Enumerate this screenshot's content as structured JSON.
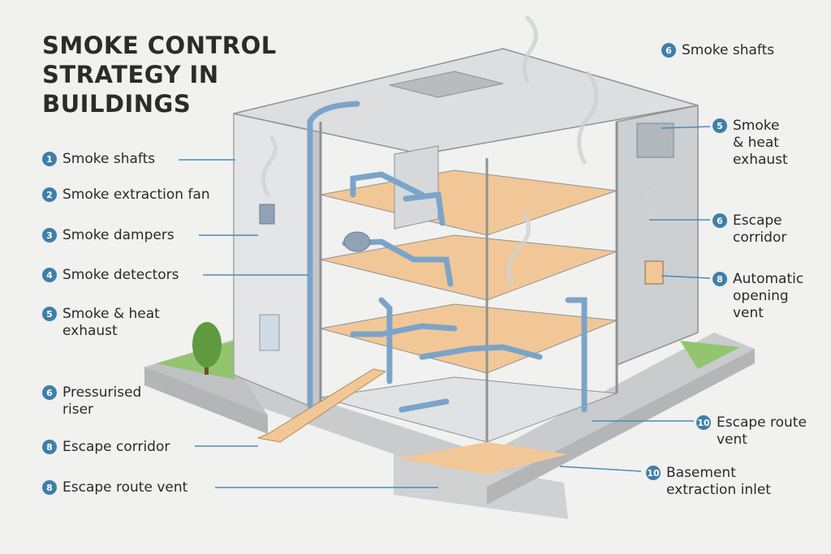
{
  "title": {
    "line1": "SMOKE CONTROL",
    "line2": "STRATEGY IN",
    "line3": "BUILDINGS"
  },
  "colors": {
    "pipe": "#7ba4c9",
    "badge": "#3f7fa8",
    "floor": "#f2c797",
    "concrete": "#d7d9db",
    "grass": "#93c46f",
    "leader": "#4b8bb4"
  },
  "left_labels": [
    {
      "num": "1",
      "text": "Smoke shafts"
    },
    {
      "num": "2",
      "text": "Smoke extraction fan"
    },
    {
      "num": "3",
      "text": "Smoke dampers"
    },
    {
      "num": "4",
      "text": "Smoke detectors"
    },
    {
      "num": "5",
      "text": "Smoke & heat\nexhaust"
    },
    {
      "num": "6",
      "text": "Pressurised\nriser"
    },
    {
      "num": "8",
      "text": "Escape corridor"
    },
    {
      "num": "8",
      "text": "Escape route vent"
    }
  ],
  "right_labels": [
    {
      "num": "6",
      "text": "Smoke shafts"
    },
    {
      "num": "5",
      "text": "Smoke\n& heat\nexhaust"
    },
    {
      "num": "6",
      "text": "Escape\ncorridor"
    },
    {
      "num": "8",
      "text": "Automatic\nopening\nvent"
    },
    {
      "num": "10",
      "text": "Escape route\nvent"
    },
    {
      "num": "10",
      "text": "Basement\nextraction inlet"
    }
  ]
}
